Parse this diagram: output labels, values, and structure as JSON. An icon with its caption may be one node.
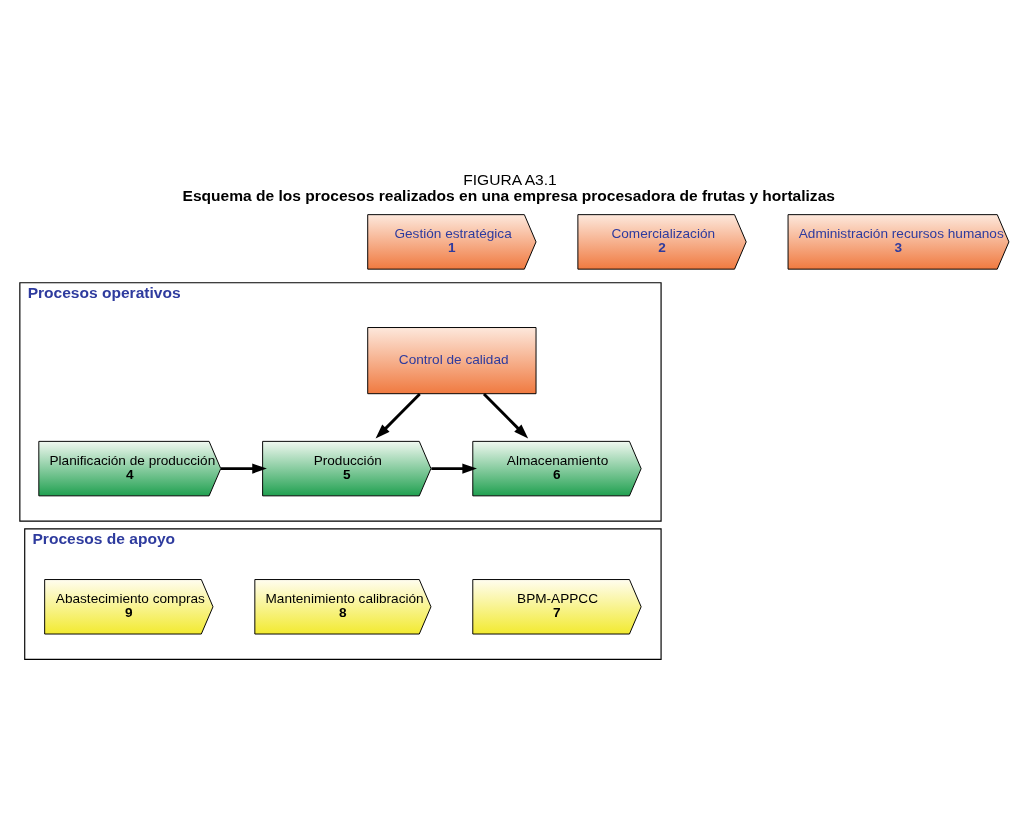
{
  "diagram": {
    "title": "FIGURA A3.1",
    "caption": "Esquema de los procesos realizados en una empresa procesadora de frutas y hortalizas",
    "nodes": [
      {
        "text": [
          "Gestión estratégica",
          "1"
        ]
      },
      {
        "text": [
          "Comercialización",
          "2"
        ]
      },
      {
        "text": [
          "Administración recursos humanos",
          "3"
        ]
      },
      {
        "text": [
          "Procesos operativos"
        ]
      },
      {
        "text": [
          "Control de calidad"
        ],
        "in": 3
      },
      {
        "text": [
          "Planificación de producción",
          "4"
        ],
        "in": 3
      },
      {
        "text": [
          "Producción",
          "5"
        ],
        "in": 3
      },
      {
        "text": [
          "Almacenamiento",
          "6"
        ],
        "in": 3
      },
      {
        "text": [
          "Procesos de apoyo"
        ]
      },
      {
        "text": [
          "BPM-APPCC",
          "7"
        ],
        "in": 8
      },
      {
        "text": [
          "Mantenimiento calibración",
          "8"
        ],
        "in": 8
      },
      {
        "text": [
          "Abastecimiento compras",
          "9"
        ],
        "in": 8
      }
    ],
    "edges": [
      {
        "from": 5,
        "to": 6,
        "arrow": "to"
      },
      {
        "from": 6,
        "to": 7,
        "arrow": "to"
      },
      {
        "from": 4,
        "to": 6,
        "arrow": "to"
      },
      {
        "from": 4,
        "to": 7,
        "arrow": "to"
      }
    ]
  }
}
